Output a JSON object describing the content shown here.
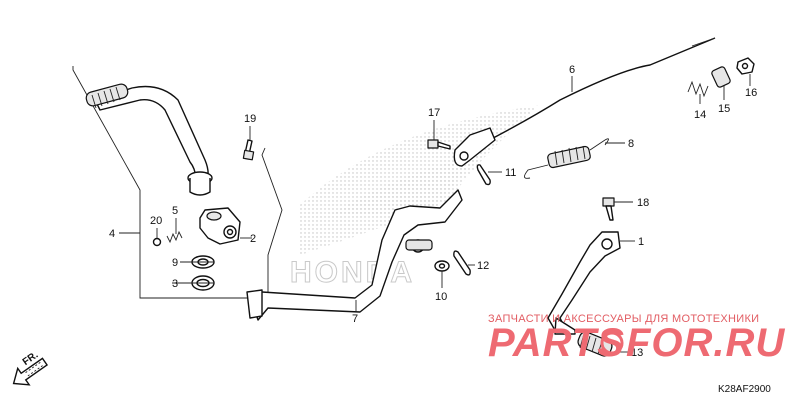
{
  "diagram": {
    "part_numbers": {
      "p1": "1",
      "p2": "2",
      "p3": "3",
      "p4": "4",
      "p5": "5",
      "p6": "6",
      "p7": "7",
      "p8": "8",
      "p9": "9",
      "p10": "10",
      "p11": "11",
      "p12": "12",
      "p13": "13",
      "p14": "14",
      "p15": "15",
      "p16": "16",
      "p17": "17",
      "p18": "18",
      "p19": "19",
      "p20": "20"
    },
    "direction_label": "FR.",
    "diagram_code": "K28AF2900",
    "background_logo": "HONDA"
  },
  "watermark": {
    "caption": "ЗАПЧАСТИ И АКСЕССУАРЫ ДЛЯ МОТОТЕХНИКИ",
    "logo_left": "PARTS",
    "logo_right": "FOR.RU",
    "color": "#e8555d"
  }
}
